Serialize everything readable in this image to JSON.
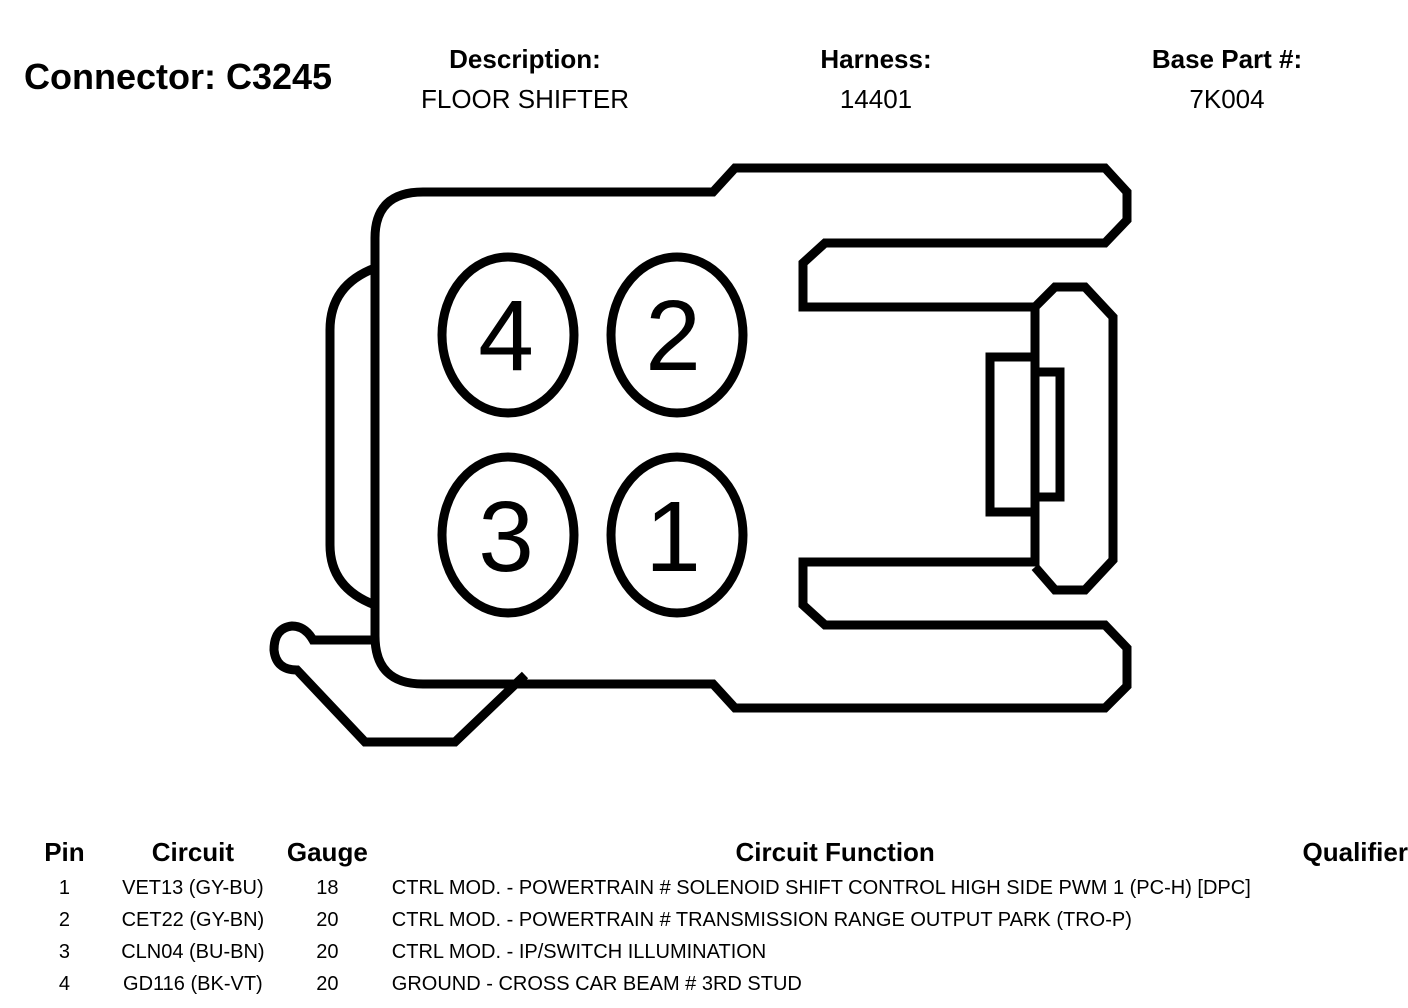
{
  "connector": {
    "title": "Connector: C3245",
    "description_label": "Description:",
    "description_value": "FLOOR SHIFTER",
    "harness_label": "Harness:",
    "harness_value": "14401",
    "base_part_label": "Base Part #:",
    "base_part_value": "7K004"
  },
  "cavities": [
    {
      "label": "4"
    },
    {
      "label": "2"
    },
    {
      "label": "3"
    },
    {
      "label": "1"
    }
  ],
  "table": {
    "headers": {
      "pin": "Pin",
      "circuit": "Circuit",
      "gauge": "Gauge",
      "function": "Circuit Function",
      "qualifier": "Qualifier"
    },
    "rows": [
      {
        "pin": "1",
        "circuit": "VET13 (GY-BU)",
        "gauge": "18",
        "function": "CTRL MOD. - POWERTRAIN # SOLENOID SHIFT CONTROL HIGH SIDE PWM 1 (PC-H) [DPC]",
        "qualifier": ""
      },
      {
        "pin": "2",
        "circuit": "CET22 (GY-BN)",
        "gauge": "20",
        "function": "CTRL MOD. - POWERTRAIN # TRANSMISSION RANGE OUTPUT PARK (TRO-P)",
        "qualifier": ""
      },
      {
        "pin": "3",
        "circuit": "CLN04 (BU-BN)",
        "gauge": "20",
        "function": "CTRL MOD. - IP/SWITCH ILLUMINATION",
        "qualifier": ""
      },
      {
        "pin": "4",
        "circuit": "GD116 (BK-VT)",
        "gauge": "20",
        "function": "GROUND - CROSS CAR BEAM # 3RD STUD",
        "qualifier": ""
      }
    ]
  }
}
